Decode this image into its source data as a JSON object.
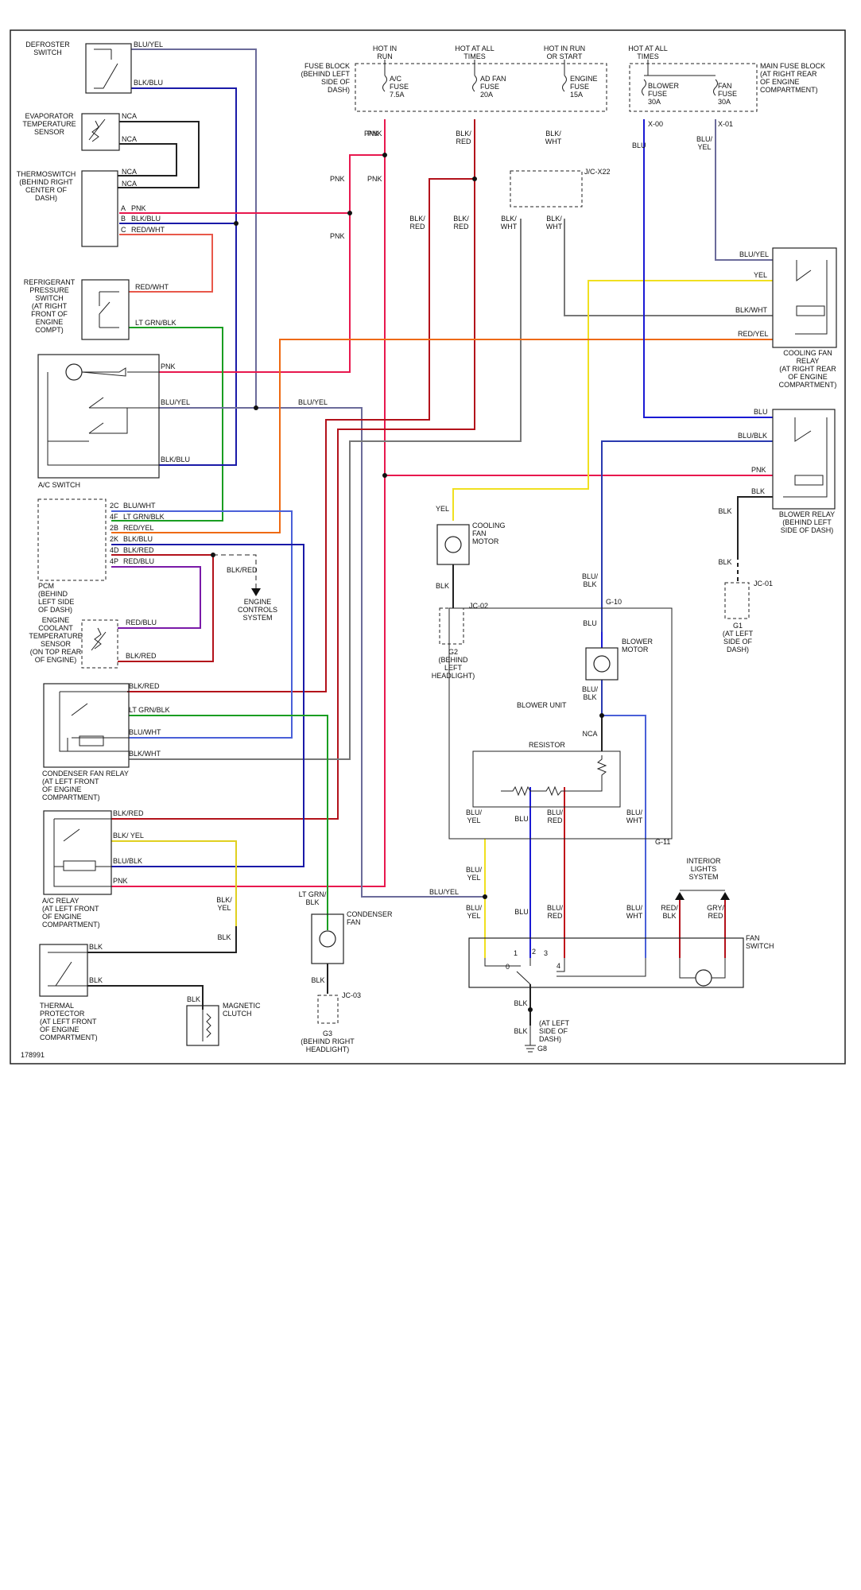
{
  "diagram_id": "178991",
  "colors": {
    "blu": "#1a1ad4",
    "pnk": "#e8184e",
    "blk_red": "#b3121b",
    "red_wht": "#e8584a",
    "lt_grn_blk": "#1a9e22",
    "blu_yel": "#6b6b9a",
    "yel": "#f0e020",
    "blk_blu": "#1a1aa8",
    "red_blu": "#7a1aa8",
    "blu_wht": "#4a60d8",
    "red_yel": "#ee6a12",
    "blk_wht": "#777777",
    "blk": "#222222",
    "blu_blk": "#2a3ab0",
    "blu_yel_wire": "#e0d020"
  },
  "supply": {
    "hot_run": "HOT IN\nRUN",
    "hot_always": "HOT AT ALL\nTIMES",
    "hot_run_start": "HOT IN RUN\nOR START",
    "hot_always_2": "HOT AT ALL\nTIMES"
  },
  "fuse_block": {
    "label": "FUSE BLOCK\n(BEHIND LEFT\nSIDE OF\nDASH)",
    "fuse_ac": "A/C\nFUSE\n7.5A",
    "fuse_adfan": "AD FAN\nFUSE\n20A",
    "fuse_engine": "ENGINE\nFUSE\n15A"
  },
  "main_fuse_block": {
    "label": "MAIN FUSE BLOCK\n(AT RIGHT REAR\nOF ENGINE\nCOMPARTMENT)",
    "blower_fuse": "BLOWER\nFUSE\n30A",
    "fan_fuse": "FAN\nFUSE\n30A",
    "x00": "X-00",
    "x01": "X-01"
  },
  "components": {
    "defroster": "DEFROSTER\nSWITCH",
    "evaporator": "EVAPORATOR\nTEMPERATURE\nSENSOR",
    "thermoswitch": "THERMOSWITCH\n(BEHIND RIGHT\nCENTER OF\nDASH)",
    "refrigerant": "REFRIGERANT\nPRESSURE\nSWITCH\n(AT RIGHT\nFRONT OF\nENGINE\nCOMPT)",
    "ac_switch": "A/C SWITCH",
    "pcm": "PCM\n(BEHIND\nLEFT SIDE\nOF DASH)",
    "coolant_sensor": "ENGINE\nCOOLANT\nTEMPERATURE\nSENSOR\n(ON TOP REAR\nOF ENGINE)",
    "condenser_relay": "CONDENSER FAN RELAY\n(AT LEFT FRONT\nOF ENGINE\nCOMPARTMENT)",
    "ac_relay": "A/C RELAY\n(AT LEFT FRONT\nOF ENGINE\nCOMPARTMENT)",
    "thermal_protector": "THERMAL\nPROTECTOR\n(AT LEFT FRONT\nOF ENGINE\nCOMPARTMENT)",
    "magnetic_clutch": "MAGNETIC\nCLUTCH",
    "condenser_fan": "CONDENSER\nFAN",
    "g3": "G3\n(BEHIND RIGHT\nHEADLIGHT)",
    "jc03": "JC-03",
    "cooling_fan_motor": "COOLING\nFAN\nMOTOR",
    "jc02": "JC-02",
    "g2": "G2\n(BEHIND\nLEFT\nHEADLIGHT)",
    "jcx22": "J/C-X22",
    "cooling_fan_relay": "COOLING FAN\nRELAY\n(AT RIGHT REAR\nOF ENGINE\nCOMPARTMENT)",
    "blower_relay": "BLOWER RELAY\n(BEHIND LEFT\nSIDE OF DASH)",
    "jc01": "JC-01",
    "g1": "G1\n(AT LEFT\nSIDE OF\nDASH)",
    "g10": "G-10",
    "blower_motor": "BLOWER\nMOTOR",
    "blower_unit": "BLOWER UNIT",
    "resistor": "RESISTOR",
    "g11": "G-11",
    "interior_lights": "INTERIOR\nLIGHTS\nSYSTEM",
    "fan_switch": "FAN\nSWITCH",
    "g8_loc": "(AT LEFT\nSIDE OF\nDASH)",
    "g8": "G8",
    "engine_controls": "ENGINE\nCONTROLS\nSYSTEM"
  },
  "wire_labels": {
    "blu_yel": "BLU/YEL",
    "blk_blu": "BLK/BLU",
    "nca": "NCA",
    "pnk": "PNK",
    "red_wht": "RED/WHT",
    "lt_grn_blk": "LT GRN/BLK",
    "blk_red": "BLK/RED",
    "blu_wht": "BLU/WHT",
    "red_blu": "RED/BLU",
    "blk": "BLK",
    "blu": "BLU",
    "blk_wht": "BLK/WHT",
    "yel": "YEL",
    "red_yel": "RED/YEL",
    "blu_blk": "BLU/BLK",
    "blk_slash_red": "BLK/\nRED",
    "blk_slash_wht": "BLK/\nWHT",
    "blu_slash_yel": "BLU/\nYEL",
    "blk_slash_yel": "BLK/\nYEL",
    "lt_grn_slash_blk": "LT GRN/\nBLK",
    "blu_slash_blk": "BLU/\nBLK",
    "blu_slash_red": "BLU/\nRED",
    "blu_slash_wht": "BLU/\nWHT",
    "red_slash_blk": "RED/\nBLK",
    "gry_slash_red": "GRY/\nRED",
    "blu_slash_blk2": "BLU/\nBLK"
  },
  "pins": {
    "thermo": [
      "A",
      "B",
      "C"
    ],
    "pcm": [
      "2C",
      "4F",
      "2B",
      "2K",
      "4D",
      "4P"
    ],
    "fan_switch": [
      "0",
      "1",
      "2",
      "3",
      "4"
    ]
  }
}
